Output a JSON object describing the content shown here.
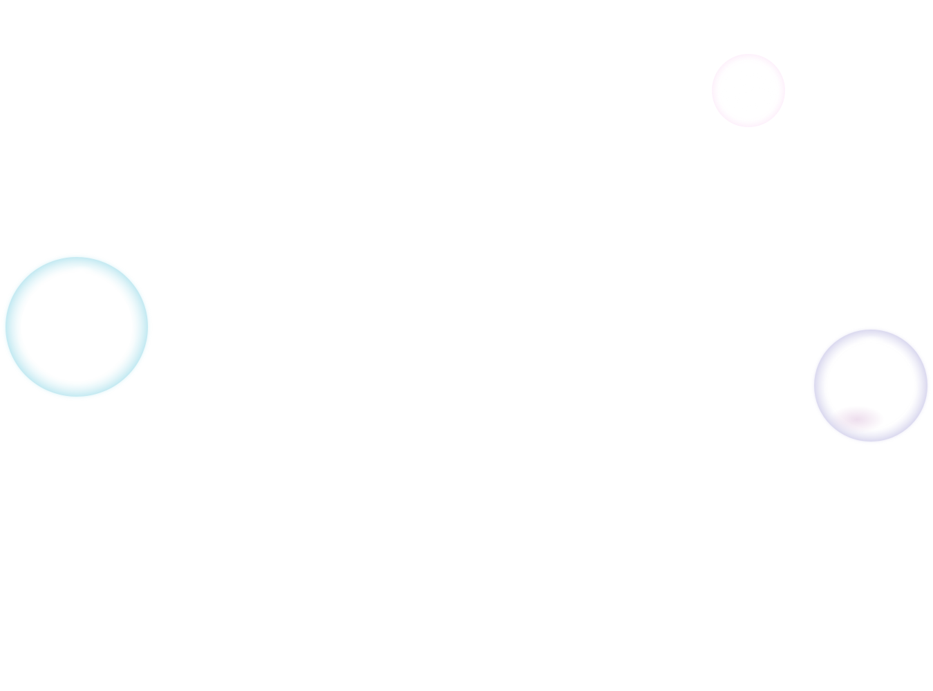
{
  "scene": {
    "background_color": "#ffffff",
    "bubbles": [
      {
        "name": "teal-bubble",
        "color": "#8cd7e6"
      },
      {
        "name": "lavender-bubble",
        "color": "#b9b9e1"
      },
      {
        "name": "pink-bubble",
        "color": "#fad7f5"
      }
    ]
  }
}
